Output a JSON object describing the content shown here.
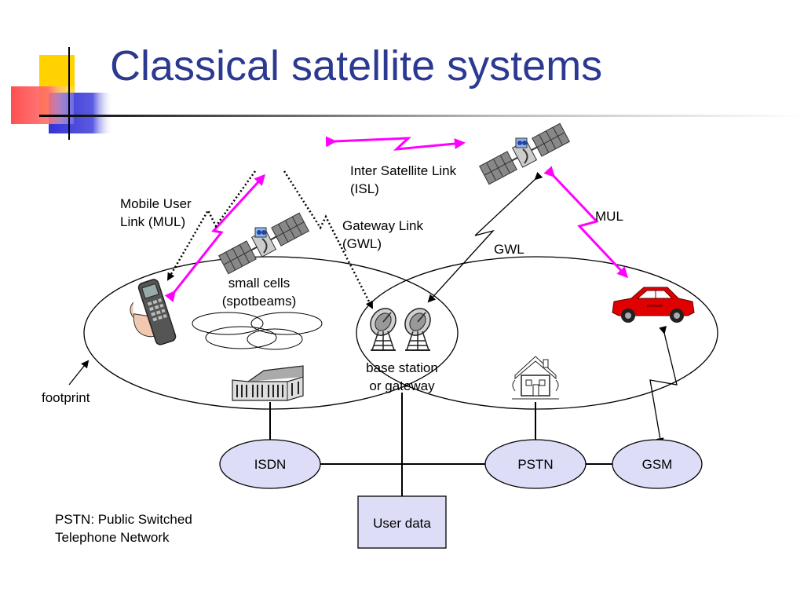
{
  "slide": {
    "title": "Classical satellite systems",
    "title_color": "#2B3990"
  },
  "labels": {
    "isl_line1": "Inter Satellite Link",
    "isl_line2": "(ISL)",
    "mul_line1": "Mobile User",
    "mul_line2": "Link (MUL)",
    "gwl_line1": "Gateway Link",
    "gwl_line2": "(GWL)",
    "mul_short": "MUL",
    "gwl_short": "GWL",
    "cells_line1": "small cells",
    "cells_line2": "(spotbeams)",
    "base_line1": "base station",
    "base_line2": "or gateway",
    "footprint": "footprint",
    "pstn_line1": "PSTN: Public Switched",
    "pstn_line2": "Telephone Network"
  },
  "network": {
    "isdn": "ISDN",
    "pstn": "PSTN",
    "gsm": "GSM",
    "user_data": "User data",
    "node_fill": "#DDDDF8"
  },
  "colors": {
    "link_magenta": "#FF00FF",
    "deco_yellow": "#FFD200",
    "deco_blue": "#3434D6",
    "deco_red": "#FF3C3C",
    "car_red": "#E00000"
  },
  "icons": [
    "satellite-icon",
    "mobile-phone-icon",
    "car-icon",
    "dish-antenna-icon",
    "office-building-icon",
    "house-icon"
  ]
}
